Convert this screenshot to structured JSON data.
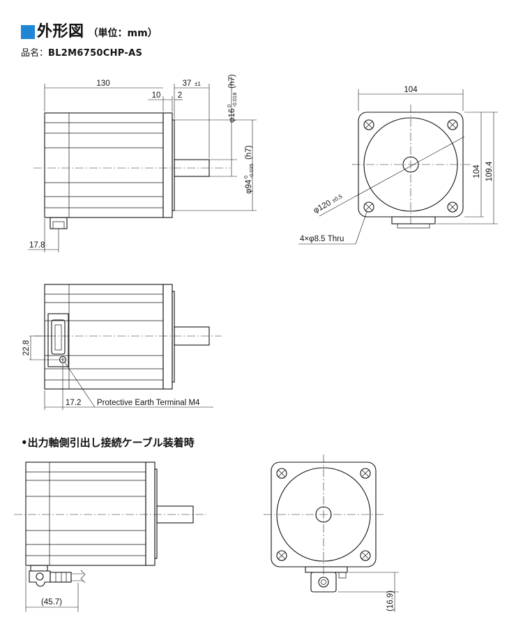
{
  "header": {
    "title": "外形図",
    "unit": "（単位：mm）",
    "product_label": "品名：",
    "product_name": "BL2M6750CHP-AS"
  },
  "side_view": {
    "dim_length": "130",
    "dim_flange": "10",
    "dim_pilot": "2",
    "dim_shaft": "37",
    "dim_shaft_tol": "±1",
    "dim_shaft_dia": "φ16",
    "dim_shaft_dia_tol_top": "0",
    "dim_shaft_dia_tol_bottom": "-0.018",
    "dim_shaft_dia_fit": "(h7)",
    "dim_pilot_dia": "φ94",
    "dim_pilot_dia_tol_top": "0",
    "dim_pilot_dia_tol_bottom": "-0.035",
    "dim_pilot_dia_fit": "(h7)",
    "dim_connector_offset": "17.8"
  },
  "front_view": {
    "dim_width": "104",
    "dim_height": "104",
    "dim_height_total": "109.4",
    "dim_pcd": "φ120",
    "dim_pcd_tol": "±0.5",
    "hole_note": "4×φ8.5 Thru"
  },
  "bottom_view": {
    "dim_connector_height": "22.8",
    "dim_terminal_offset": "17.2",
    "terminal_note": "Protective Earth Terminal M4"
  },
  "cable_section": {
    "title": "•出力軸側引出し接続ケーブル装着時",
    "dim_cable_length": "(45.7)",
    "dim_cable_height": "(16.9)"
  },
  "colors": {
    "accent": "#1f86d6",
    "line": "#111111"
  }
}
